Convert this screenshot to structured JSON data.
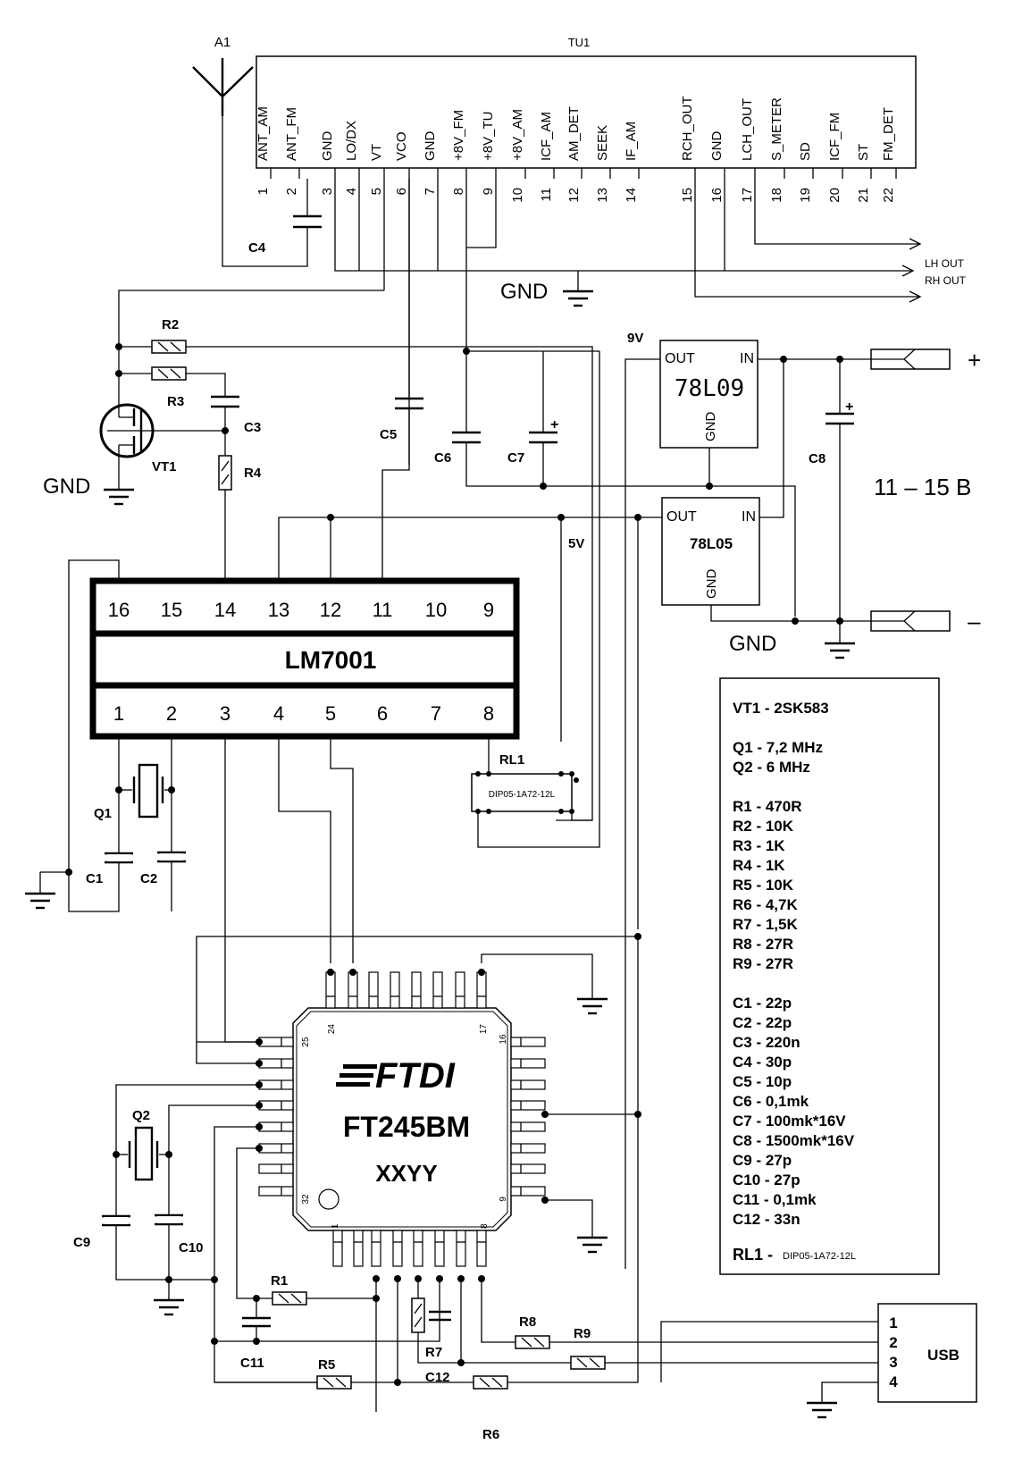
{
  "title": "FM/AM tuner with LM7001 PLL and FT245BM USB interface schematic",
  "tuner": {
    "ref": "TU1",
    "pins": [
      {
        "num": "1",
        "name": "ANT_AM"
      },
      {
        "num": "2",
        "name": "ANT_FM"
      },
      {
        "num": "3",
        "name": "GND"
      },
      {
        "num": "4",
        "name": "LO/DX"
      },
      {
        "num": "5",
        "name": "VT"
      },
      {
        "num": "6",
        "name": "VCO"
      },
      {
        "num": "7",
        "name": "GND"
      },
      {
        "num": "8",
        "name": "+8V_FM"
      },
      {
        "num": "9",
        "name": "+8V_TU"
      },
      {
        "num": "10",
        "name": "+8V_AM"
      },
      {
        "num": "11",
        "name": "ICF_AM"
      },
      {
        "num": "12",
        "name": "AM_DET"
      },
      {
        "num": "13",
        "name": "SEEK"
      },
      {
        "num": "14",
        "name": "IF_AM"
      },
      {
        "num": "15",
        "name": "RCH_OUT"
      },
      {
        "num": "16",
        "name": "GND"
      },
      {
        "num": "17",
        "name": "LCH_OUT"
      },
      {
        "num": "18",
        "name": "S_METER"
      },
      {
        "num": "19",
        "name": "SD"
      },
      {
        "num": "20",
        "name": "ICF_FM"
      },
      {
        "num": "21",
        "name": "ST"
      },
      {
        "num": "22",
        "name": "FM_DET"
      }
    ],
    "outputs": {
      "lh": "LH OUT",
      "rh": "RH OUT"
    }
  },
  "antenna": "A1",
  "labels": {
    "gnd": "GND",
    "v9": "9V",
    "v5": "5V",
    "supply_range": "11 – 15 B",
    "plus": "+",
    "minus": "–"
  },
  "components": {
    "R1": "R1",
    "R2": "R2",
    "R3": "R3",
    "R4": "R4",
    "R5": "R5",
    "R6": "R6",
    "R7": "R7",
    "R8": "R8",
    "R9": "R9",
    "C1": "C1",
    "C2": "C2",
    "C3": "C3",
    "C4": "C4",
    "C5": "C5",
    "C6": "C6",
    "C7": "C7",
    "C8": "C8",
    "C9": "C9",
    "C10": "C10",
    "C11": "C11",
    "C12": "C12",
    "Q1": "Q1",
    "Q2": "Q2",
    "VT1": "VT1",
    "RL1": "RL1"
  },
  "relay": {
    "ref": "RL1",
    "part": "DIP05-1A72-12L"
  },
  "regulators": [
    {
      "part": "78L09",
      "out": "OUT",
      "in": "IN",
      "gnd": "GND"
    },
    {
      "part": "78L05",
      "out": "OUT",
      "in": "IN",
      "gnd": "GND"
    }
  ],
  "lm7001": {
    "name": "LM7001",
    "top_pins": [
      "16",
      "15",
      "14",
      "13",
      "12",
      "11",
      "10",
      "9"
    ],
    "bottom_pins": [
      "1",
      "2",
      "3",
      "4",
      "5",
      "6",
      "7",
      "8"
    ]
  },
  "ftdi": {
    "logo": "FTDI",
    "part": "FT245BM",
    "marking": "XXYY",
    "pin_labels": {
      "p1": "1",
      "p8": "8",
      "p9": "9",
      "p16": "16",
      "p17": "17",
      "p24": "24",
      "p25": "25",
      "p32": "32"
    }
  },
  "usb": {
    "label": "USB",
    "pins": [
      "1",
      "2",
      "3",
      "4"
    ]
  },
  "bom": [
    "VT1 - 2SK583",
    "",
    "Q1 - 7,2 MHz",
    "Q2 - 6 MHz",
    "",
    "R1 - 470R",
    "R2 - 10K",
    "R3 - 1K",
    "R4 - 1K",
    "R5 - 10K",
    "R6 - 4,7K",
    "R7 - 1,5K",
    "R8 - 27R",
    "R9 - 27R",
    "",
    "C1 - 22p",
    "C2 - 22p",
    "C3 - 220n",
    "C4 - 30p",
    "C5 - 10p",
    "C6 - 0,1mk",
    "C7 - 100mk*16V",
    "C8 - 1500mk*16V",
    "C9 - 27p",
    "C10 - 27p",
    "C11 - 0,1mk",
    "C12 - 33n"
  ],
  "bom_relay": {
    "ref": "RL1 -",
    "part": "DIP05-1A72-12L"
  }
}
